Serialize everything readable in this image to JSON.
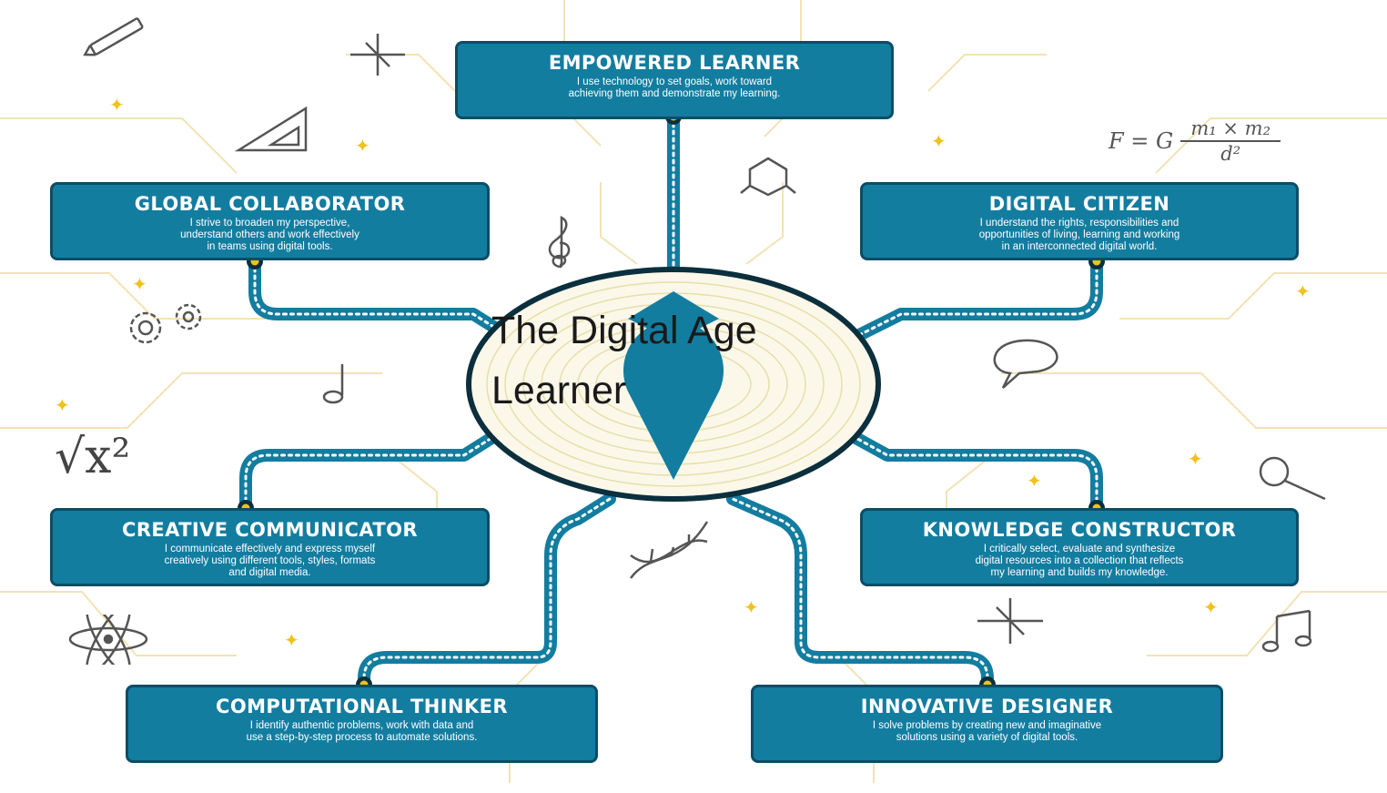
{
  "center": {
    "title_line1": "The Digital Age",
    "title_line2": "Learner"
  },
  "nodes": {
    "empowered": {
      "title": "EMPOWERED LEARNER",
      "desc1": "I use technology to set goals, work toward",
      "desc2": "achieving them and demonstrate my learning."
    },
    "global": {
      "title": "GLOBAL COLLABORATOR",
      "desc1": "I strive to broaden my perspective,",
      "desc2": "understand others and work effectively",
      "desc3": "in teams using digital tools."
    },
    "digital": {
      "title": "DIGITAL CITIZEN",
      "desc1": "I understand the rights, responsibilities and",
      "desc2": "opportunities of living, learning and working",
      "desc3": "in an interconnected digital world."
    },
    "creative": {
      "title": "CREATIVE COMMUNICATOR",
      "desc1": "I communicate effectively and express myself",
      "desc2": "creatively using different tools, styles, formats",
      "desc3": "and digital media."
    },
    "knowledge": {
      "title": "KNOWLEDGE CONSTRUCTOR",
      "desc1": "I critically select, evaluate and synthesize",
      "desc2": "digital resources into a collection that reflects",
      "desc3": "my learning and builds my knowledge."
    },
    "computational": {
      "title": "COMPUTATIONAL THINKER",
      "desc1": "I identify authentic problems, work with data and",
      "desc2": "use a step-by-step process to automate solutions."
    },
    "innovative": {
      "title": "INNOVATIVE DESIGNER",
      "desc1": "I solve problems by creating new and imaginative",
      "desc2": "solutions using a variety of digital tools."
    }
  },
  "formula": {
    "lhs": "F = G",
    "numerator": "m₁ × m₂",
    "denominator": "d²"
  },
  "sqrt_label": "√x²",
  "colors": {
    "card": "#137da0",
    "card_border": "#0b4d66",
    "connector": "#137da0",
    "dot": "#f0c21a",
    "background_lines": "#f3e2b5"
  },
  "icons": [
    "pencil-icon",
    "sparkle-icon",
    "set-square-icon",
    "gears-icon",
    "music-note-icon",
    "atom-icon",
    "dna-icon",
    "molecule-icon",
    "treble-clef-icon",
    "speech-bubble-icon",
    "magnifier-icon",
    "beamed-notes-icon",
    "location-pin-icon"
  ]
}
